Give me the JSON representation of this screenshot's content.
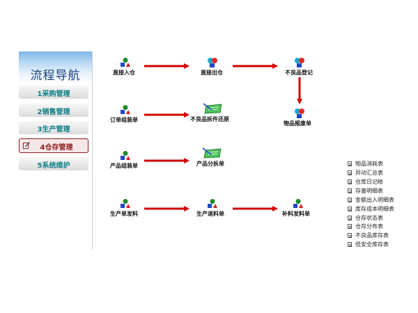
{
  "sidebar": {
    "title": "流程导航",
    "items": [
      {
        "label": "1采购管理"
      },
      {
        "label": "2销售管理"
      },
      {
        "label": "3生产管理"
      },
      {
        "label": "4仓存管理"
      },
      {
        "label": "5系统维护"
      }
    ]
  },
  "flow": {
    "nodes": {
      "direct_in": "直接入仓",
      "direct_out": "直接出仓",
      "defect_register": "不良品登记",
      "order_assembly": "订单组装单",
      "defect_disassembly": "不良品拆件还原",
      "item_scrap": "物品报废单",
      "product_assembly": "产品组装单",
      "product_disassembly": "产品分拆单",
      "production_issue": "生产单发料",
      "production_return": "生产退料单",
      "supplement_issue": "补料发料单"
    }
  },
  "reports": [
    "物品消耗表",
    "异动汇总表",
    "仓库日记帐",
    "存量明细表",
    "金额出入明细表",
    "库存成本明细表",
    "仓存状态表",
    "仓存分布表",
    "不良品库存表",
    "低安全库存表"
  ],
  "colors": {
    "arrow": "#d00000",
    "accent": "#0e7f86",
    "active_border": "#8c1a1a",
    "title": "#163d7a"
  },
  "icons": {
    "flow_node": "colored-shapes-icon",
    "slip": "green-slip-pencil-icon",
    "report": "document-icon"
  }
}
